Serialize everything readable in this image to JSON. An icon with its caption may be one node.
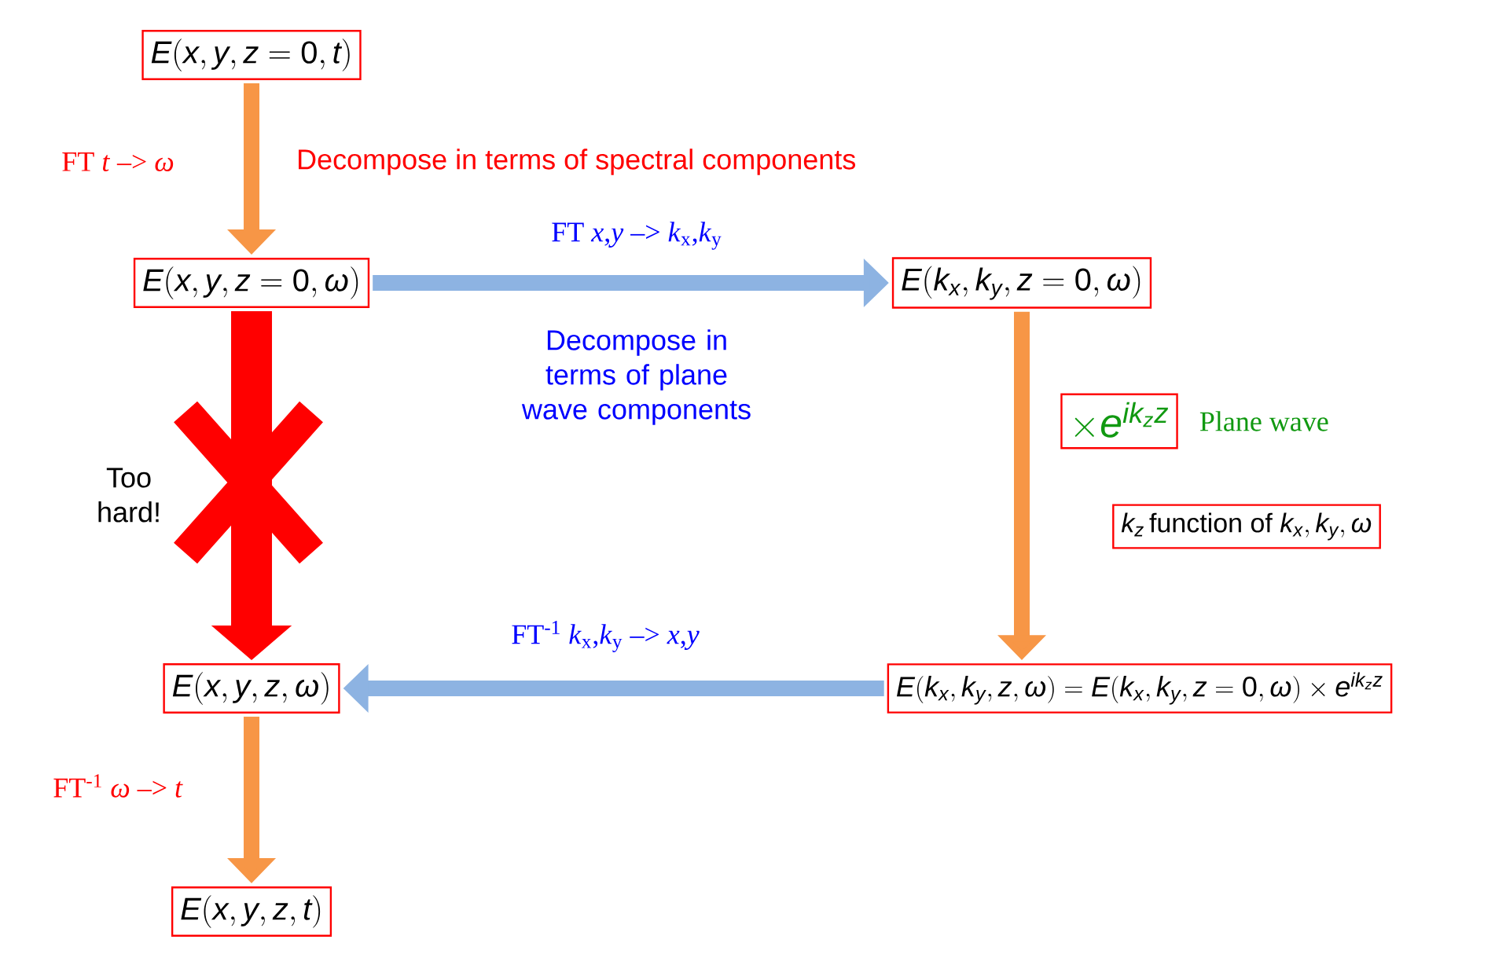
{
  "diagram": {
    "nodes": [
      {
        "text": [
          "E(x, y, z=0, t)"
        ]
      },
      {
        "text": [
          "E(x, y, z=0, \\omega)"
        ]
      },
      {
        "text": [
          "E(k_x, k_y, z=0, \\omega)"
        ]
      },
      {
        "text": [
          "\\times e^{ik_z z}"
        ],
        "beside": [
          "Plane wave"
        ]
      },
      {
        "text": [
          "k_z\\,\\mathrm{function\\ of}\\ k_x, k_y, \\omega"
        ]
      },
      {
        "text": [
          "E(x, y, z, \\omega)"
        ]
      },
      {
        "text": [
          "E(k_x, k_y, z, \\omega) = E(k_x, k_y, z=0, \\omega) \\times e^{ik_z z}"
        ]
      },
      {
        "text": [
          "E(x, y, z, t)"
        ]
      }
    ],
    "edges": [
      {
        "from": 0,
        "to": 1,
        "arrow": "to",
        "label": "FT *t* –> *ω*"
      },
      {
        "from": 1,
        "to": 2,
        "arrow": "to",
        "label": "FT *x*,*y* –> *k*$_{x}$,*k*$_{y}$",
        "color": "#8db3e2"
      },
      {
        "from": 1,
        "to": 5,
        "arrow": "to",
        "label": "Too hard!",
        "style": "thick",
        "color": "#ff0000"
      },
      {
        "from": 2,
        "to": 6,
        "arrow": "to"
      },
      {
        "from": 6,
        "to": 5,
        "arrow": "to",
        "label": "FT$^{-1}$ *k*$_{x}$,*k*$_{y}$ –> *x*,*y*",
        "color": "#8db3e2"
      },
      {
        "from": 5,
        "to": 7,
        "arrow": "to",
        "label": "FT$^{-1}$ *ω* –> *t*"
      }
    ],
    "labels": [
      "Decompose in terms of spectral components",
      "Decompose in terms of plane wave components"
    ]
  }
}
